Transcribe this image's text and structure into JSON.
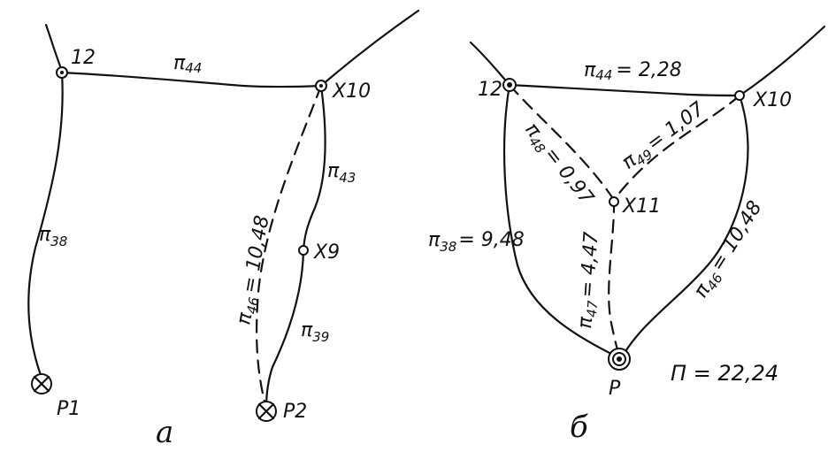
{
  "panel_a": {
    "caption": "а",
    "nodes": {
      "n12": "12",
      "x10": "X10",
      "x9": "X9",
      "p1": "P1",
      "p2": "P2"
    },
    "edges": {
      "e44": {
        "pi": "π",
        "sub": "44"
      },
      "e38": {
        "pi": "π",
        "sub": "38"
      },
      "e43": {
        "pi": "π",
        "sub": "43"
      },
      "e39": {
        "pi": "π",
        "sub": "39"
      },
      "e46": {
        "pi": "π",
        "sub": "46",
        "value": "= 10,48"
      }
    }
  },
  "panel_b": {
    "caption": "б",
    "nodes": {
      "n12": "12",
      "x10": "X10",
      "x11": "X11",
      "p": "P"
    },
    "edges": {
      "e44": {
        "pi": "π",
        "sub": "44",
        "value": "= 2,28"
      },
      "e48": {
        "pi": "π",
        "sub": "48",
        "value": "= 0,97"
      },
      "e49": {
        "pi": "π",
        "sub": "49",
        "value": "= 1,07"
      },
      "e38": {
        "pi": "π",
        "sub": "38",
        "value": "= 9,48"
      },
      "e47": {
        "pi": "π",
        "sub": "47",
        "value": "= 4,47"
      },
      "e46": {
        "pi": "π",
        "sub": "46",
        "value": "= 10,48"
      }
    },
    "total": "П = 22,24"
  }
}
